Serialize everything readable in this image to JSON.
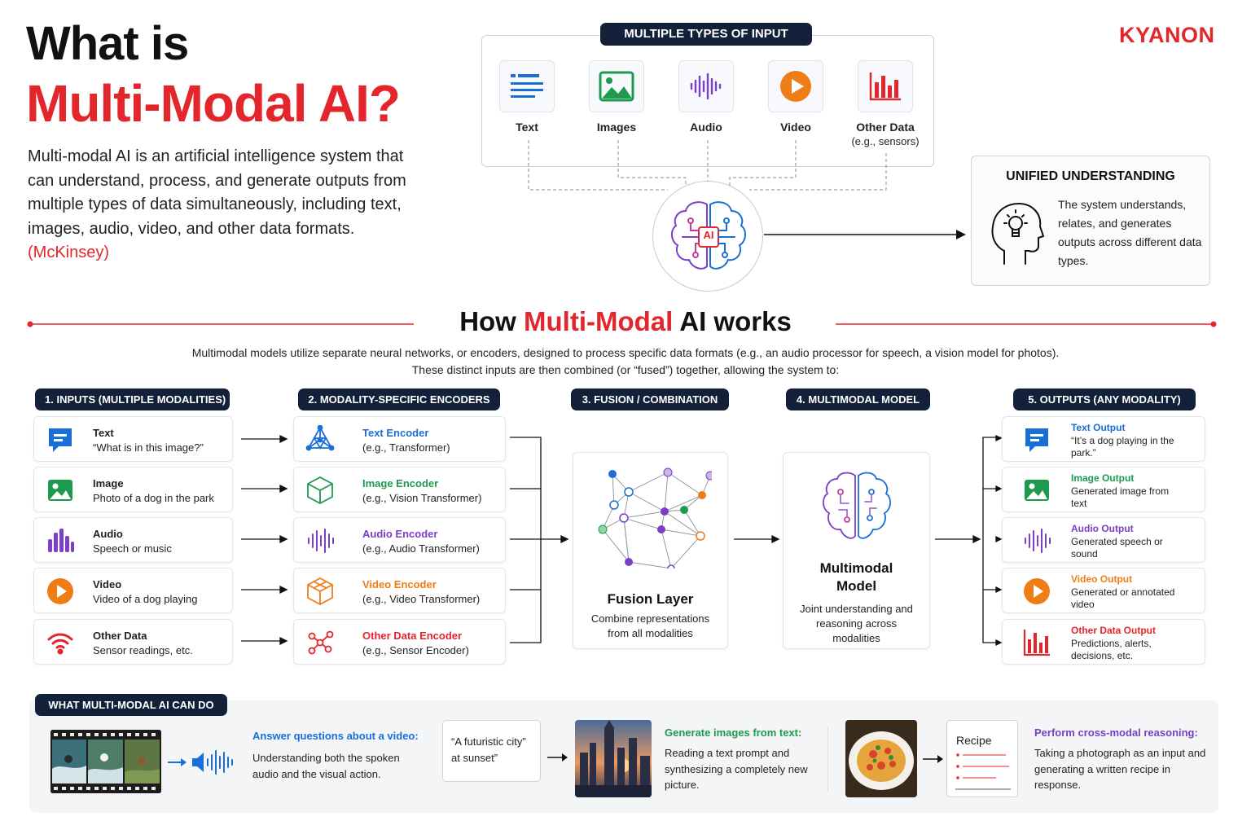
{
  "header": {
    "title_line1": "What is",
    "title_line2": "Multi-Modal AI?",
    "intro_text": "Multi-modal AI is an artificial intelligence system that can understand, process, and generate outputs from multiple types of data simultaneously, including text, images, audio, video, and other data formats.",
    "intro_source": "(McKinsey)",
    "logo": "KYANON"
  },
  "input_types": {
    "title": "MULTIPLE TYPES OF INPUT",
    "items": [
      {
        "label": "Text",
        "icon": "text-lines-icon"
      },
      {
        "label": "Images",
        "icon": "image-icon"
      },
      {
        "label": "Audio",
        "icon": "audio-wave-icon"
      },
      {
        "label": "Video",
        "icon": "play-icon"
      },
      {
        "label": "Other Data",
        "sub": "(e.g., sensors)",
        "icon": "bar-chart-icon"
      }
    ]
  },
  "brain": {
    "label": "AI",
    "icon": "ai-brain-icon"
  },
  "unified": {
    "title": "UNIFIED UNDERSTANDING",
    "text": "The system understands, relates, and generates outputs across different data types.",
    "icon": "head-lightbulb-icon"
  },
  "how": {
    "title_pre": "How ",
    "title_accent": "Multi-Modal",
    "title_post": " AI works",
    "desc1": "Multimodal models utilize separate neural networks, or encoders, designed to process specific data formats (e.g., an audio processor for speech, a vision model for photos).",
    "desc2": "These distinct inputs are then combined (or “fused”) together, allowing the system to:"
  },
  "pipeline": {
    "headers": [
      "1. INPUTS (MULTIPLE MODALITIES)",
      "2. MODALITY-SPECIFIC ENCODERS",
      "3. FUSION / COMBINATION",
      "4. MULTIMODAL MODEL",
      "5. OUTPUTS (ANY MODALITY)"
    ],
    "inputs": [
      {
        "title": "Text",
        "desc": "“What is in this image?”",
        "icon": "chat-icon"
      },
      {
        "title": "Image",
        "desc": "Photo of a dog in the park",
        "icon": "image-icon"
      },
      {
        "title": "Audio",
        "desc": "Speech or music",
        "icon": "audio-bars-icon"
      },
      {
        "title": "Video",
        "desc": "Video of a dog playing",
        "icon": "play-icon"
      },
      {
        "title": "Other Data",
        "desc": "Sensor readings, etc.",
        "icon": "wifi-icon"
      }
    ],
    "encoders": [
      {
        "title": "Text Encoder",
        "desc": "(e.g., Transformer)",
        "color": "#1a6fd6",
        "icon": "network-icon"
      },
      {
        "title": "Image Encoder",
        "desc": "(e.g., Vision Transformer)",
        "color": "#1d9a4e",
        "icon": "cube-icon"
      },
      {
        "title": "Audio Encoder",
        "desc": "(e.g., Audio Transformer)",
        "color": "#7a3fc4",
        "icon": "audio-wave-icon"
      },
      {
        "title": "Video Encoder",
        "desc": "(e.g., Video Transformer)",
        "color": "#ef7d16",
        "icon": "cube-icon"
      },
      {
        "title": "Other Data Encoder",
        "desc": "(e.g., Sensor Encoder)",
        "color": "#e3262c",
        "icon": "nodes-icon"
      }
    ],
    "fusion": {
      "title": "Fusion Layer",
      "desc": "Combine representations from all modalities"
    },
    "model": {
      "title": "Multimodal Model",
      "desc": "Joint understanding and reasoning across modalities"
    },
    "outputs": [
      {
        "title": "Text Output",
        "desc": "“It’s a dog playing in the park.”",
        "color": "#1a6fd6",
        "icon": "chat-icon"
      },
      {
        "title": "Image Output",
        "desc": "Generated image from text",
        "color": "#1d9a4e",
        "icon": "image-icon"
      },
      {
        "title": "Audio Output",
        "desc": "Generated speech or sound",
        "color": "#7a3fc4",
        "icon": "audio-wave-icon"
      },
      {
        "title": "Video Output",
        "desc": "Generated or annotated video",
        "color": "#ef7d16",
        "icon": "play-icon"
      },
      {
        "title": "Other Data Output",
        "desc": "Predictions, alerts, decisions, etc.",
        "color": "#e3262c",
        "icon": "bar-chart-icon"
      }
    ]
  },
  "can_do": {
    "title": "WHAT MULTI-MODAL AI CAN DO",
    "items": [
      {
        "head": "Answer questions about a video:",
        "body": "Understanding both the spoken audio and the visual action.",
        "color": "#1a6fd6"
      },
      {
        "prompt": "“A futuristic city” at sunset”",
        "head": "Generate images from text:",
        "body": "Reading a text prompt and synthesizing a completely new picture.",
        "color": "#1d9a4e"
      },
      {
        "doc": "Recipe",
        "head": "Perform cross-modal reasoning:",
        "body": "Taking a photograph as an input and generating a written recipe in response.",
        "color": "#7a3fc4"
      }
    ]
  }
}
